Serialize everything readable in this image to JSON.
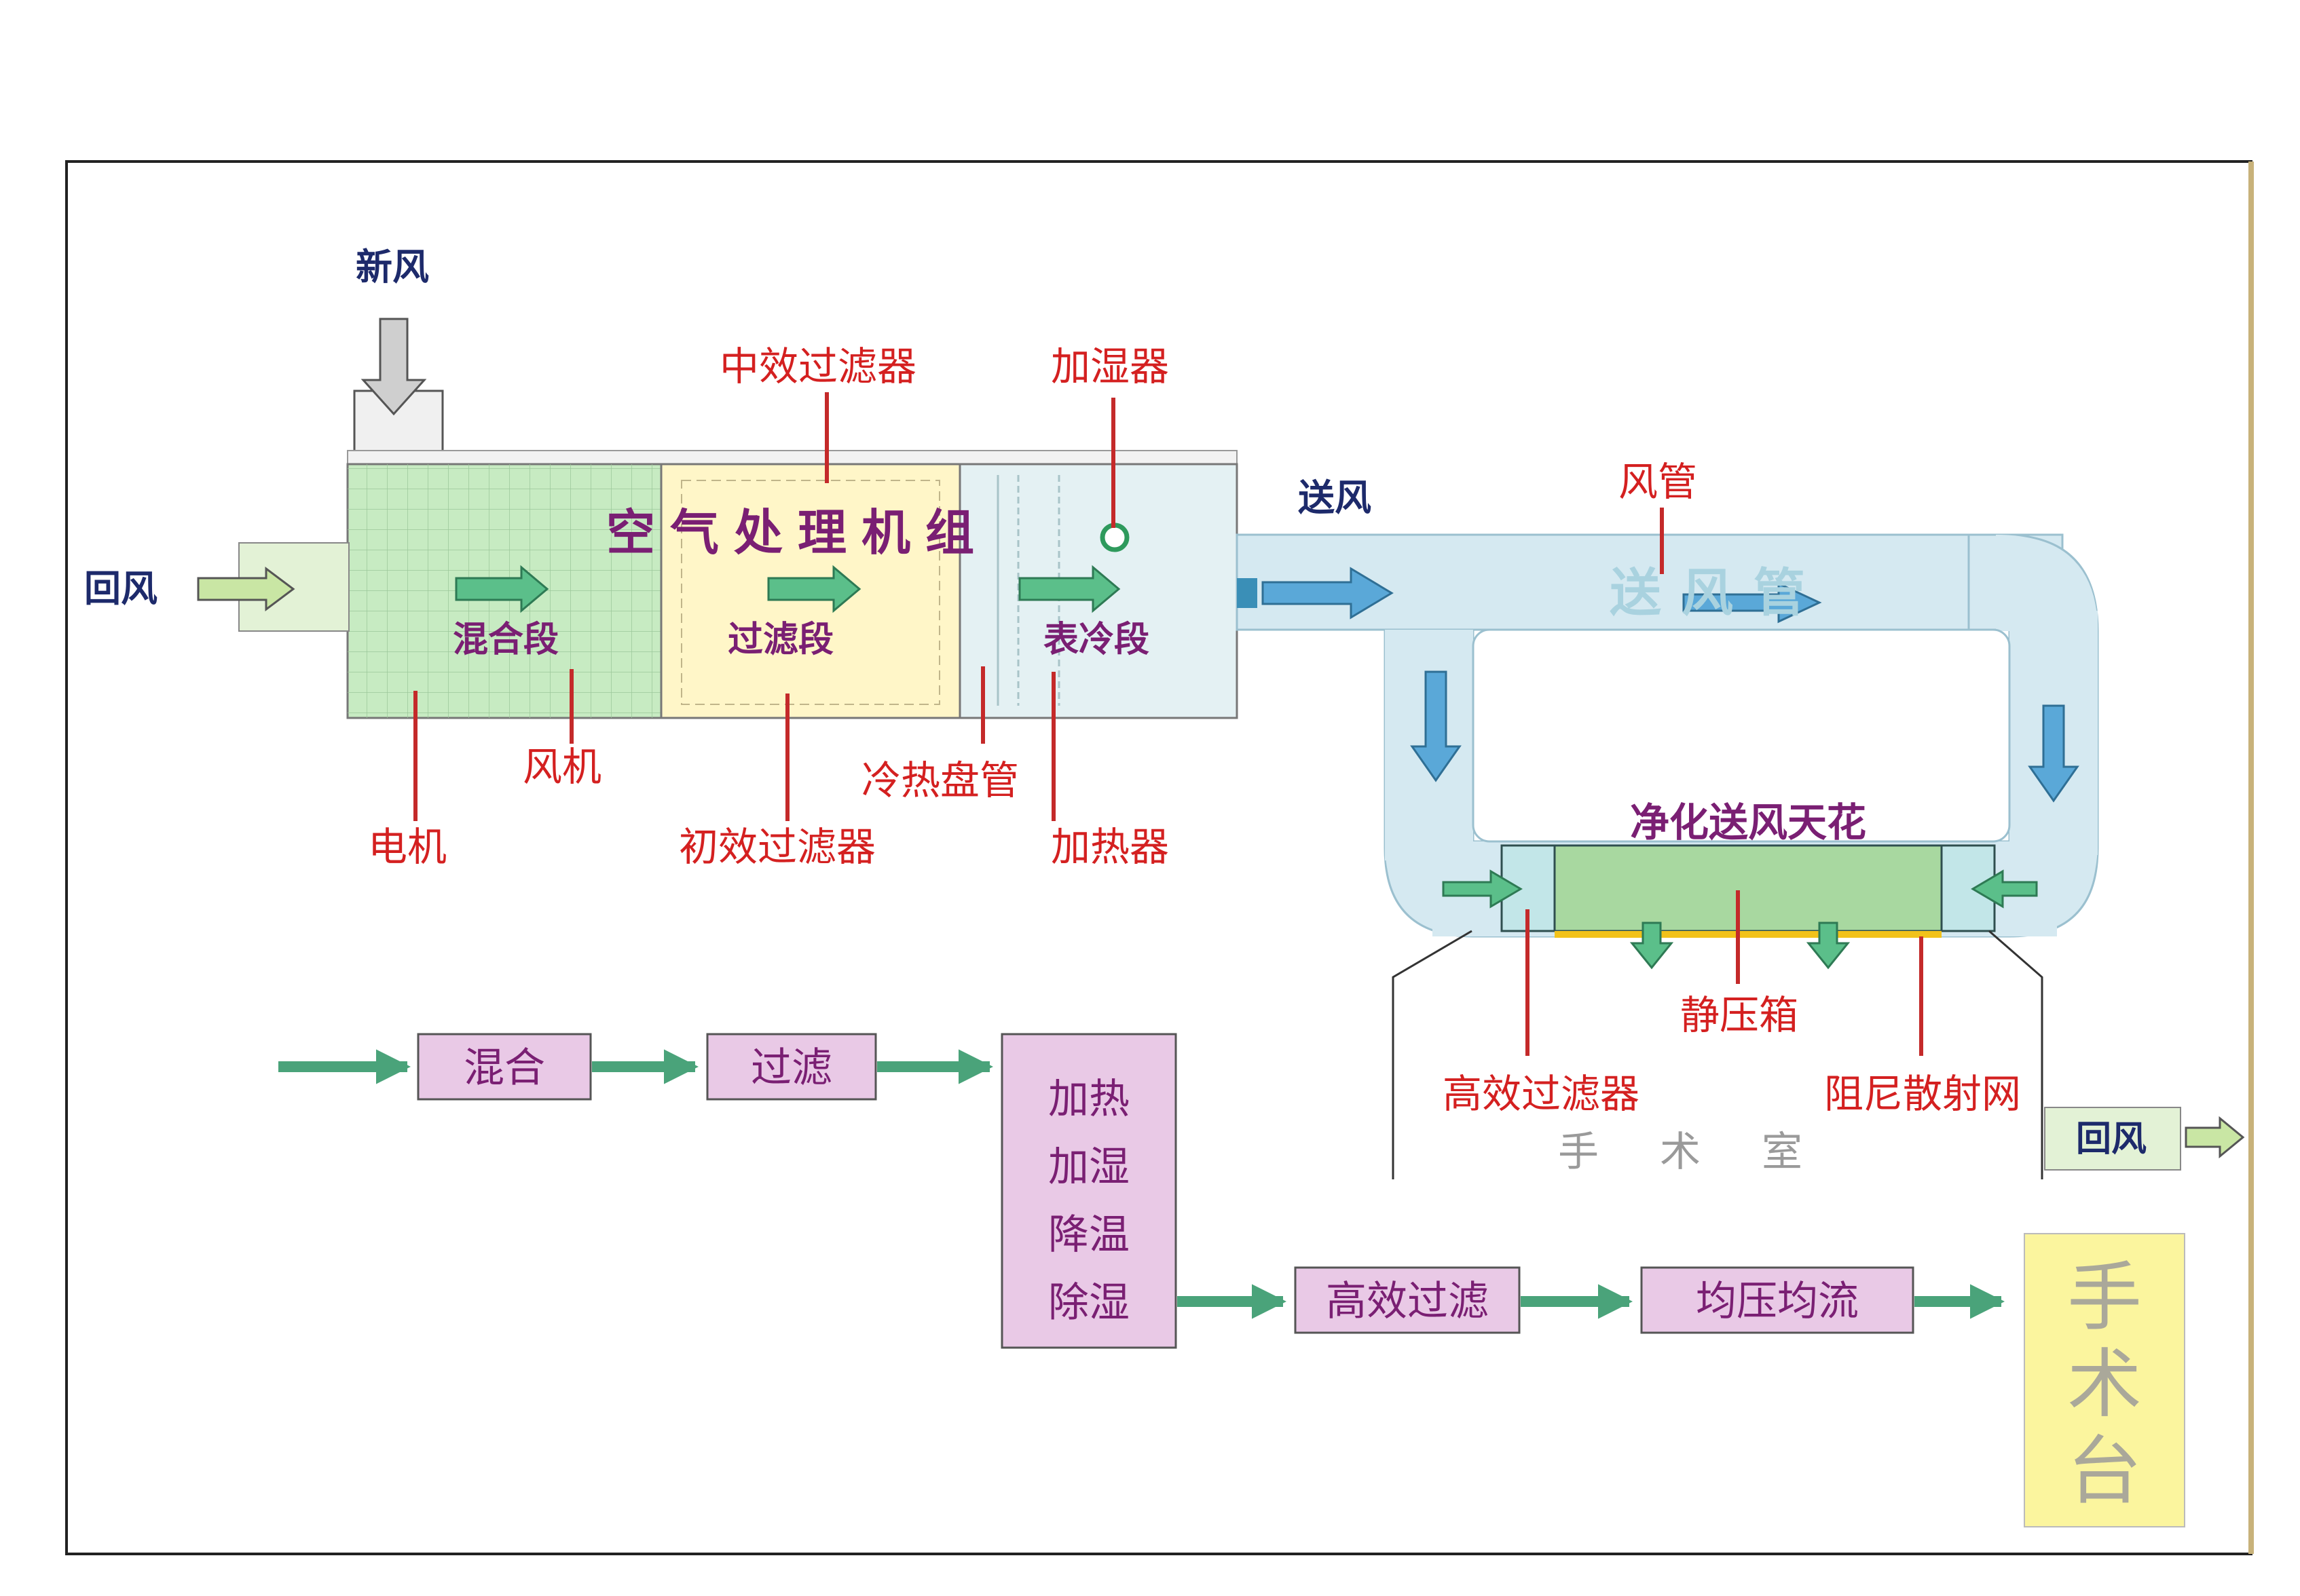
{
  "colors": {
    "frame_border": "#222222",
    "right_border": "#c8b27a",
    "red_label": "#d42020",
    "purple_label": "#7a1f73",
    "navy_label": "#1d2a6b",
    "green_arrow": "#4aa37a",
    "blue_arrow": "#5aa8d8",
    "duct_fill": "#d5e9f1",
    "mixing_section": "#c7ebc2",
    "filter_section": "#fff6c8",
    "cooling_section": "#e4f1f3",
    "flow_box": "#e9c9e6",
    "ceiling_green": "#a8d8a0",
    "table_yellow": "#fbf59e",
    "leader_red": "#c42a2a"
  },
  "ahu": {
    "title": "空气处理机组",
    "sections": {
      "mixing": "混合段",
      "filter": "过滤段",
      "cooling": "表冷段"
    },
    "fresh_air": "新风",
    "return_air_in": "回风",
    "supply_air": "送风",
    "components": {
      "medium_filter": "中效过滤器",
      "humidifier": "加湿器",
      "fan": "风机",
      "motor": "电机",
      "primary_filter": "初效过滤器",
      "coil": "冷热盘管",
      "heater": "加热器"
    }
  },
  "duct": {
    "label": "风管",
    "inner_label": "送风管",
    "ceiling": "净化送风天花",
    "hepa": "高效过滤器",
    "plenum": "静压箱",
    "damping_mesh": "阻尼散射网",
    "operating_room": "手术室",
    "return_air_out": "回风"
  },
  "flow": {
    "mix": "混合",
    "filter": "过滤",
    "treatment": [
      "加热",
      "加湿",
      "降温",
      "除湿"
    ],
    "hepa": "高效过滤",
    "equalize": "均压均流",
    "table": "手术台"
  }
}
